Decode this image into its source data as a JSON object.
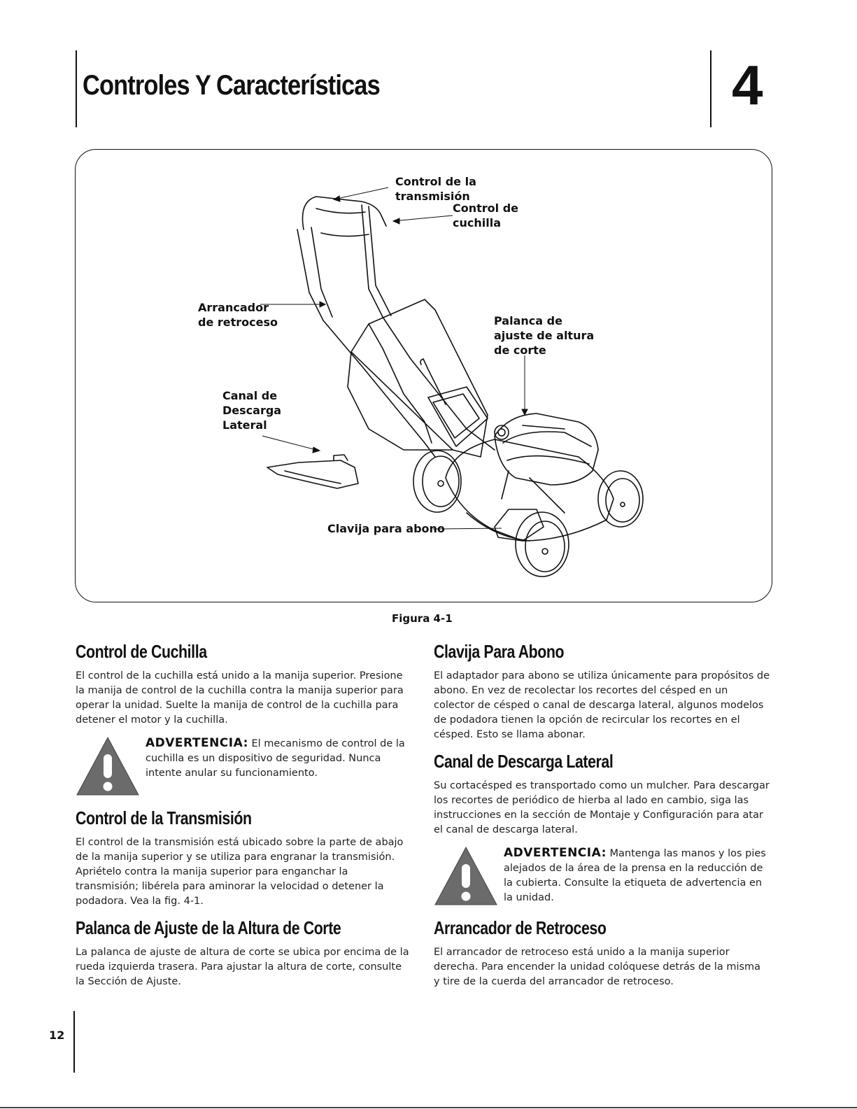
{
  "header": {
    "title": "Controles Y Características",
    "chapter_number": "4"
  },
  "figure": {
    "caption": "Figura 4-1",
    "callouts": {
      "transmission": "Control de la\ntransmisión",
      "blade": "Control de\ncuchilla",
      "recoil": "Arrancador\nde retroceso",
      "height": "Palanca de\najuste de altura\nde corte",
      "chute": "Canal de\nDescarga\nLateral",
      "mulch": "Clavija para abono"
    }
  },
  "sections_left": {
    "blade_control": {
      "heading": "Control de Cuchilla",
      "body": "El control de la cuchilla está unido a la manija superior. Presione la manija de control de la cuchilla contra la manija superior para operar la unidad. Suelte la manija de control de la cuchilla para detener el motor y la cuchilla.",
      "warning_label": "ADVERTENCIA:",
      "warning_text": " El mecanismo de control de la cuchilla es un dispositivo de seguridad. Nunca intente anular su funcionamiento."
    },
    "transmission_control": {
      "heading": "Control de la Transmisión",
      "body": "El control de la transmisión está ubicado sobre la parte de abajo de la manija superior y se utiliza para engranar la transmisión. Apriételo contra la manija superior para enganchar la transmisión; libérela para aminorar la velocidad o detener la podadora. Vea la fig. 4-1."
    },
    "height_lever": {
      "heading": "Palanca de Ajuste de la Altura de Corte",
      "body": "La palanca de ajuste de altura de corte se ubica por encima de la rueda izquierda trasera. Para ajustar la altura de corte, consulte la Sección de Ajuste."
    }
  },
  "sections_right": {
    "mulch_plug": {
      "heading": "Clavija Para Abono",
      "body": "El adaptador para abono se utiliza únicamente para propósitos de abono. En vez de recolectar los recortes del césped en un colector de césped o canal de descarga lateral, algunos modelos de podadora tienen la opción de recircular los recortes en el césped. Esto se llama abonar."
    },
    "side_chute": {
      "heading": "Canal de Descarga Lateral",
      "body": "Su cortacésped es transportado como un mulcher. Para descargar los recortes de periódico de hierba al lado en cambio, siga las instrucciones en la sección de Montaje y Configuración para atar el canal de descarga lateral.",
      "warning_label": "ADVERTENCIA:",
      "warning_text": " Mantenga las manos y los pies alejados de la área de la prensa en la reducción de la cubierta. Consulte la etiqueta de advertencia en la unidad."
    },
    "recoil_starter": {
      "heading": "Arrancador de Retroceso",
      "body": "El arrancador de retroceso está unido a la manija superior derecha. Para encender la unidad colóquese detrás de la misma y tire de la cuerda del arrancador de retroceso."
    }
  },
  "footer": {
    "page_number": "12"
  }
}
